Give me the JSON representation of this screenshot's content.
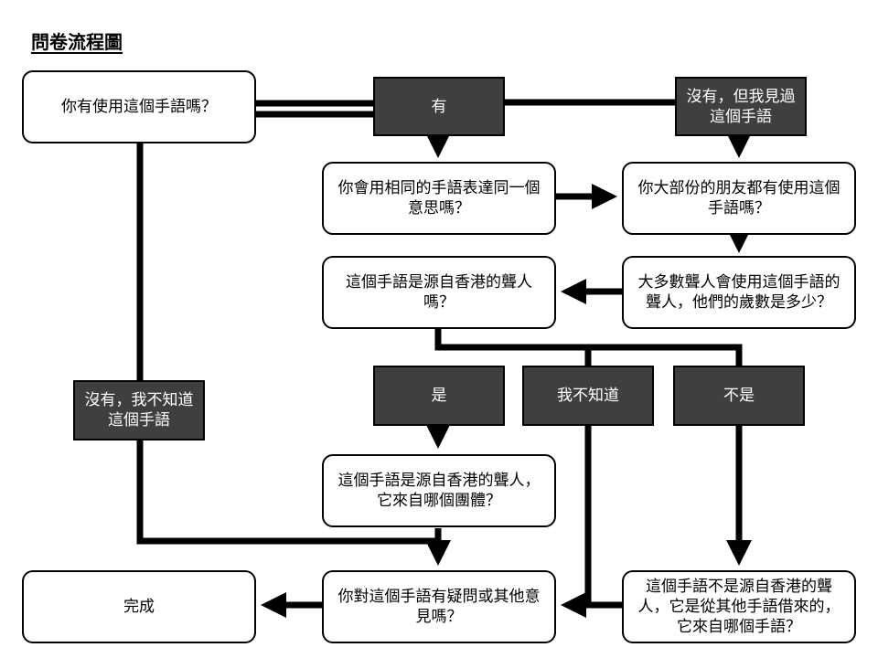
{
  "title": "問卷流程圖",
  "nodes": {
    "q_use": "你有使用這個手語嗎？",
    "q_same": "你會用相同的手語表達同一個意思嗎？",
    "q_friends": "你大部份的朋友都有使用這個手語嗎？",
    "q_age": "大多數聾人會使用這個手語的聾人，他們的歲數是多少？",
    "q_source": "這個手語是源自香港的聾人嗎？",
    "q_group": "這個手語是源自香港的聾人，它來自哪個團體？",
    "q_borrowed": "這個手語不是源自香港的聾人，它是從其他手語借來的，它來自哪個手語？",
    "q_doubt": "你對這個手語有疑問或其他意見嗎？",
    "done": "完成"
  },
  "answers": {
    "yes": "有",
    "no_seen": "沒有，但我見過這個手語",
    "no_unknown": "沒有，我不知道這個手語",
    "is": "是",
    "dont_know": "我不知道",
    "is_not": "不是"
  }
}
